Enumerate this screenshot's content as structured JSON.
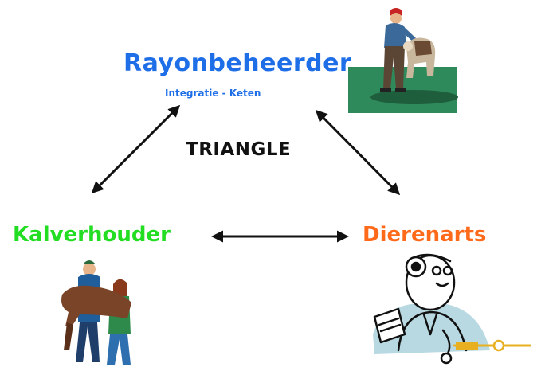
{
  "center": {
    "title": "TRIANGLE"
  },
  "nodes": {
    "top": {
      "label": "Rayonbeheerder",
      "sublabel": "Integratie - Keten",
      "color": "#1e6ee8"
    },
    "left": {
      "label": "Kalverhouder",
      "color": "#22dd22"
    },
    "right": {
      "label": "Dierenarts",
      "color": "#ff6a1a"
    }
  },
  "illustrations": {
    "top": "farmer-with-calf-icon",
    "left": "farmers-carrying-calf-icon",
    "right": "veterinarian-icon"
  },
  "edges": [
    {
      "from": "top",
      "to": "left",
      "type": "bidirectional"
    },
    {
      "from": "top",
      "to": "right",
      "type": "bidirectional"
    },
    {
      "from": "left",
      "to": "right",
      "type": "bidirectional"
    }
  ]
}
